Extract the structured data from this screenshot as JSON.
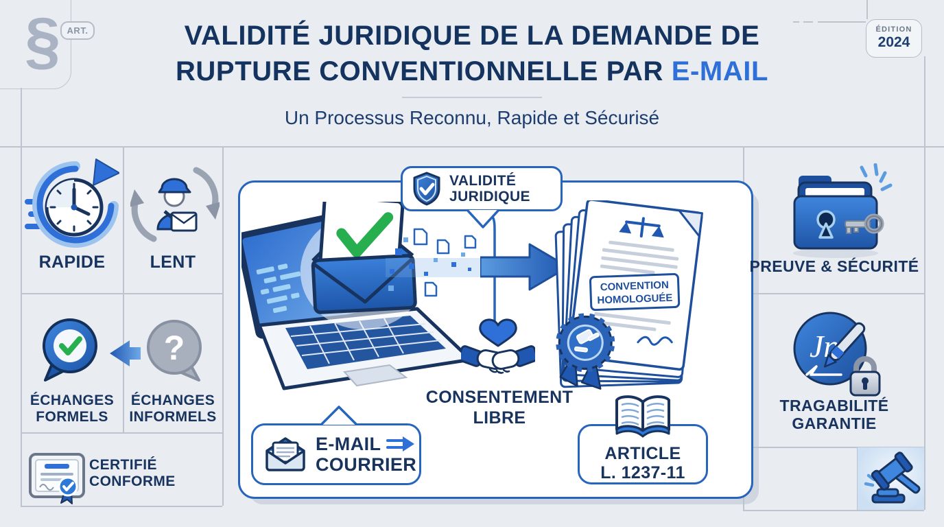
{
  "branding": {
    "paragraph_symbol": "§",
    "art_label": "ART.",
    "edition_label": "ÉDITION",
    "edition_year": "2024"
  },
  "header": {
    "title_line1": "VALIDITÉ JURIDIQUE DE LA DEMANDE DE",
    "title_line2": "RUPTURE CONVENTIONNELLE PAR",
    "title_highlight": "E-MAIL",
    "subtitle": "Un Processus Reconnu, Rapide et Sécurisé"
  },
  "left_panel": {
    "rapide": {
      "label": "RAPIDE"
    },
    "lent": {
      "label": "LENT"
    },
    "formels": {
      "line1": "ÉCHANGES",
      "line2": "FORMELS"
    },
    "informels": {
      "line1": "ÉCHANGES",
      "line2": "INFORMELS",
      "glyph": "?"
    },
    "certifie": {
      "line1": "CERTIFIÉ",
      "line2": "CONFORME"
    }
  },
  "center": {
    "validity_badge": {
      "line1": "VALIDITÉ",
      "line2": "JURIDIQUE"
    },
    "document_stamp": {
      "line1": "CONVENTION",
      "line2": "HOMOLOGUÉE"
    },
    "consent": {
      "line1": "CONSENTEMENT",
      "line2": "LIBRE"
    },
    "email_callout": {
      "line1": "E-MAIL",
      "line2": "COURRIER"
    },
    "article_callout": {
      "line1": "ARTICLE",
      "line2": "L. 1237-11"
    }
  },
  "right_panel": {
    "preuve": {
      "label": "PREUVE & SÉCURITÉ"
    },
    "tracabilite": {
      "line1": "TRAGABILITÉ",
      "line2": "GARANTIE",
      "monogram": "Jn"
    }
  },
  "colors": {
    "background": "#e9ecf1",
    "grid": "#bdc4cf",
    "navy": "#17335e",
    "highlight_blue": "#2e6fd8",
    "box_border_blue": "#2765bd",
    "green_check": "#27ae4f",
    "gray_icon": "#9aa3b1"
  },
  "icons": [
    "paragraph-icon",
    "speed-clock-icon",
    "postman-icon",
    "check-bubble-icon",
    "question-bubble-icon",
    "left-arrow-icon",
    "certificate-icon",
    "shield-check-icon",
    "laptop-icon",
    "email-check-icon",
    "data-stream-icon",
    "flow-arrow-icon",
    "document-stack-icon",
    "scales-icon",
    "seal-gavel-icon",
    "handshake-heart-icon",
    "open-envelope-icon",
    "small-arrow-icon",
    "open-book-icon",
    "locked-folder-icon",
    "key-icon",
    "signature-pen-icon",
    "padlock-icon",
    "gavel-icon"
  ]
}
